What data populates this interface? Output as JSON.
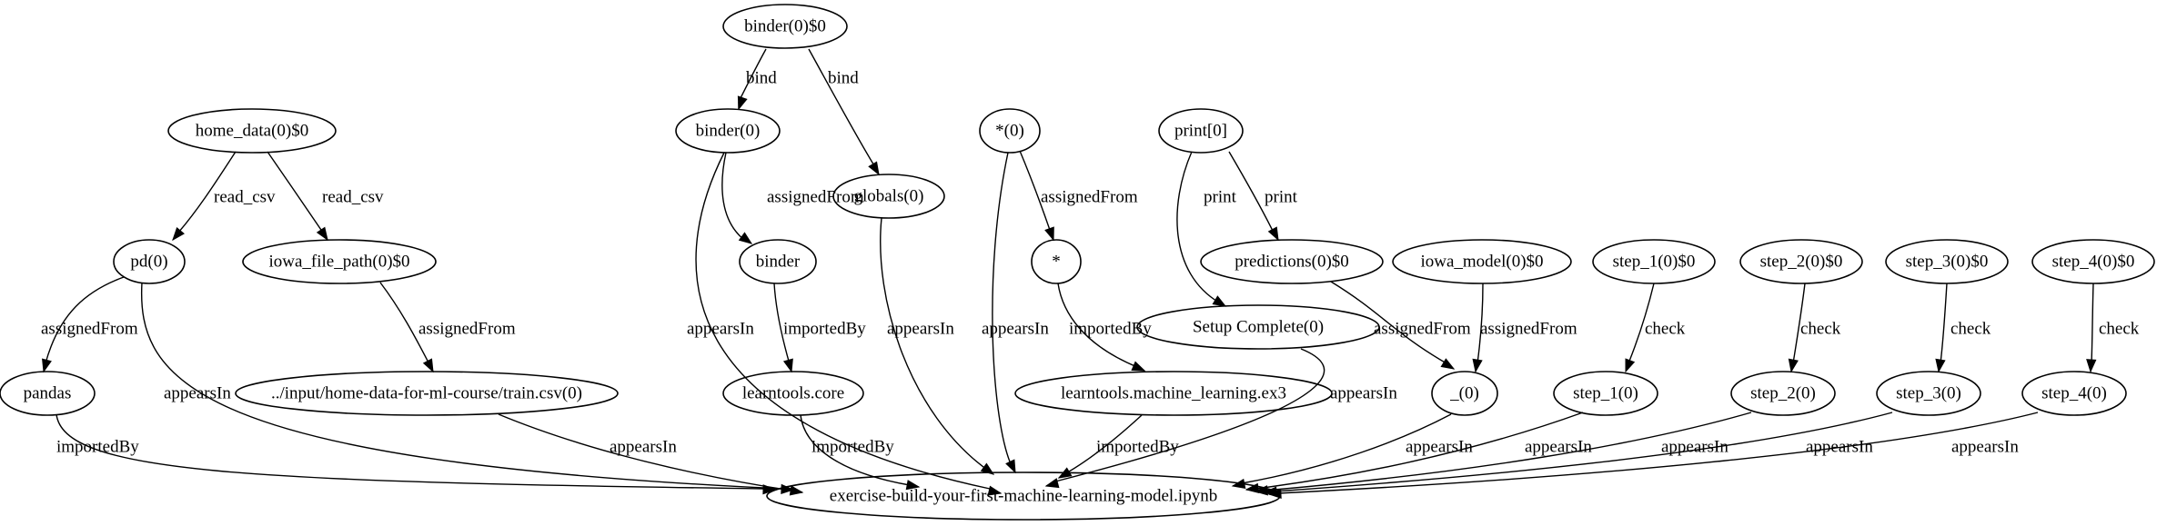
{
  "nodes": [
    {
      "id": "binder0s",
      "label": "binder(0)$0"
    },
    {
      "id": "home",
      "label": "home_data(0)$0"
    },
    {
      "id": "binder0",
      "label": "binder(0)"
    },
    {
      "id": "star0",
      "label": "*(0)"
    },
    {
      "id": "print",
      "label": "print[0]"
    },
    {
      "id": "globals",
      "label": "globals(0)"
    },
    {
      "id": "pd",
      "label": "pd(0)"
    },
    {
      "id": "iowafp",
      "label": "iowa_file_path(0)$0"
    },
    {
      "id": "binder",
      "label": "binder"
    },
    {
      "id": "star",
      "label": "*"
    },
    {
      "id": "pred",
      "label": "predictions(0)$0"
    },
    {
      "id": "iowam",
      "label": "iowa_model(0)$0"
    },
    {
      "id": "s1s",
      "label": "step_1(0)$0"
    },
    {
      "id": "s2s",
      "label": "step_2(0)$0"
    },
    {
      "id": "s3s",
      "label": "step_3(0)$0"
    },
    {
      "id": "s4s",
      "label": "step_4(0)$0"
    },
    {
      "id": "setup",
      "label": "Setup Complete(0)"
    },
    {
      "id": "pandas",
      "label": "pandas"
    },
    {
      "id": "csv",
      "label": "../input/home-data-for-ml-course/train.csv(0)"
    },
    {
      "id": "ltcore",
      "label": "learntools.core"
    },
    {
      "id": "ltml",
      "label": "learntools.machine_learning.ex3"
    },
    {
      "id": "under",
      "label": "_(0)"
    },
    {
      "id": "s1",
      "label": "step_1(0)"
    },
    {
      "id": "s2",
      "label": "step_2(0)"
    },
    {
      "id": "s3",
      "label": "step_3(0)"
    },
    {
      "id": "s4",
      "label": "step_4(0)"
    },
    {
      "id": "nb",
      "label": "exercise-build-your-first-machine-learning-model.ipynb"
    }
  ],
  "edges": [
    {
      "from": "binder0s",
      "to": "binder0",
      "label": "bind"
    },
    {
      "from": "binder0s",
      "to": "globals",
      "label": "bind"
    },
    {
      "from": "home",
      "to": "pd",
      "label": "read_csv"
    },
    {
      "from": "home",
      "to": "iowafp",
      "label": "read_csv"
    },
    {
      "from": "binder0",
      "to": "binder",
      "label": "assignedFrom"
    },
    {
      "from": "binder0",
      "to": "nb",
      "label": "appearsIn"
    },
    {
      "from": "star0",
      "to": "star",
      "label": "assignedFrom"
    },
    {
      "from": "star0",
      "to": "nb",
      "label": "appearsIn"
    },
    {
      "from": "print",
      "to": "setup",
      "label": "print"
    },
    {
      "from": "print",
      "to": "pred",
      "label": "print"
    },
    {
      "from": "globals",
      "to": "nb",
      "label": "appearsIn"
    },
    {
      "from": "pd",
      "to": "pandas",
      "label": "assignedFrom"
    },
    {
      "from": "pd",
      "to": "nb",
      "label": "appearsIn"
    },
    {
      "from": "iowafp",
      "to": "csv",
      "label": "assignedFrom"
    },
    {
      "from": "binder",
      "to": "ltcore",
      "label": "importedBy"
    },
    {
      "from": "star",
      "to": "ltml",
      "label": "importedBy"
    },
    {
      "from": "pred",
      "to": "under",
      "label": "assignedFrom"
    },
    {
      "from": "iowam",
      "to": "under",
      "label": "assignedFrom"
    },
    {
      "from": "s1s",
      "to": "s1",
      "label": "check"
    },
    {
      "from": "s2s",
      "to": "s2",
      "label": "check"
    },
    {
      "from": "s3s",
      "to": "s3",
      "label": "check"
    },
    {
      "from": "s4s",
      "to": "s4",
      "label": "check"
    },
    {
      "from": "setup",
      "to": "nb",
      "label": "appearsIn"
    },
    {
      "from": "pandas",
      "to": "nb",
      "label": "importedBy"
    },
    {
      "from": "csv",
      "to": "nb",
      "label": "appearsIn"
    },
    {
      "from": "ltcore",
      "to": "nb",
      "label": "importedBy"
    },
    {
      "from": "ltml",
      "to": "nb",
      "label": "importedBy"
    },
    {
      "from": "under",
      "to": "nb",
      "label": "appearsIn"
    },
    {
      "from": "s1",
      "to": "nb",
      "label": "appearsIn"
    },
    {
      "from": "s2",
      "to": "nb",
      "label": "appearsIn"
    },
    {
      "from": "s3",
      "to": "nb",
      "label": "appearsIn"
    },
    {
      "from": "s4",
      "to": "nb",
      "label": "appearsIn"
    }
  ]
}
